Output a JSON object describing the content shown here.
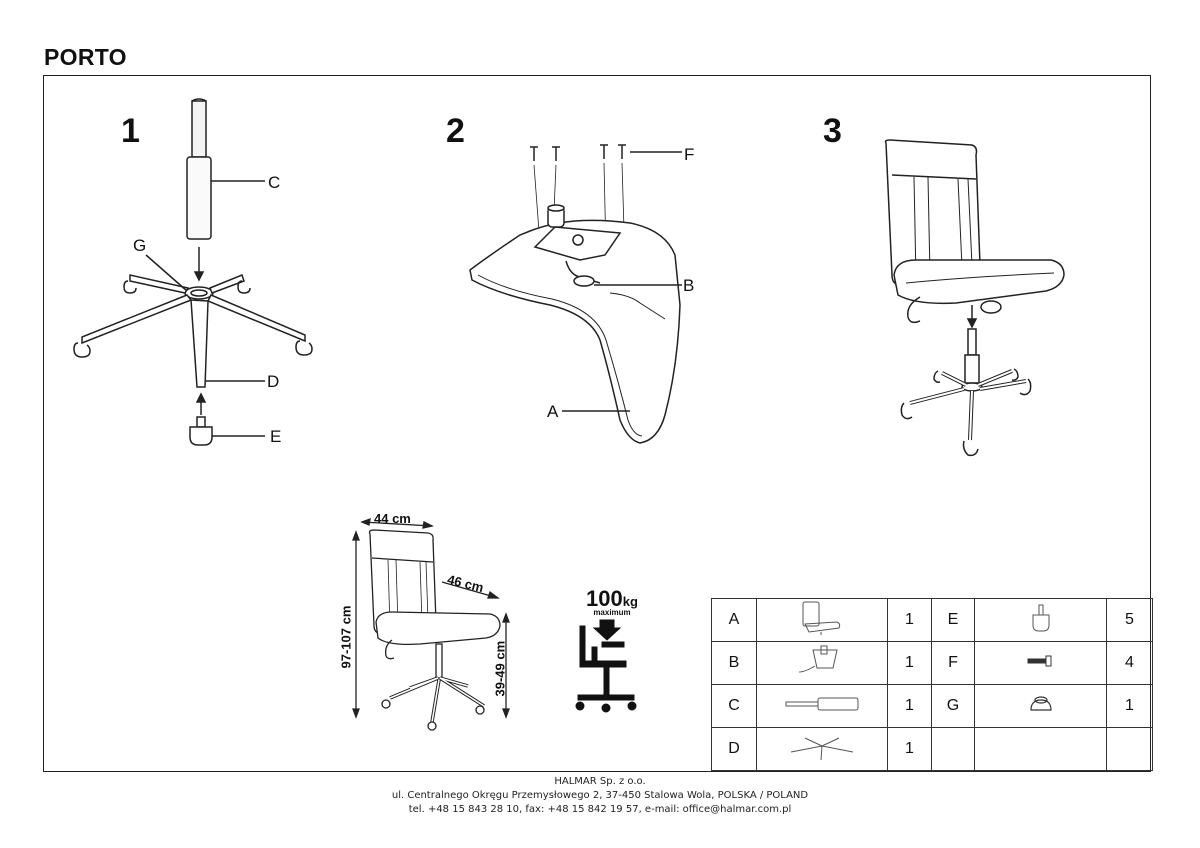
{
  "title": "PORTO",
  "steps": [
    "1",
    "2",
    "3"
  ],
  "callouts": {
    "c": "C",
    "g": "G",
    "d": "D",
    "e": "E",
    "f": "F",
    "b": "B",
    "a": "A"
  },
  "dimensions": {
    "width": "44 cm",
    "depth": "46 cm",
    "height": "97-107 cm",
    "seat_height": "39-49 cm"
  },
  "max_load": {
    "value": "100",
    "unit": "kg",
    "label": "maximum"
  },
  "parts": [
    {
      "left": {
        "letter": "A",
        "qty": "1",
        "icon": "chair-icon"
      },
      "right": {
        "letter": "E",
        "qty": "5",
        "icon": "caster-icon"
      }
    },
    {
      "left": {
        "letter": "B",
        "qty": "1",
        "icon": "mechanism-icon"
      },
      "right": {
        "letter": "F",
        "qty": "4",
        "icon": "screw-icon"
      }
    },
    {
      "left": {
        "letter": "C",
        "qty": "1",
        "icon": "gas-lift-icon"
      },
      "right": {
        "letter": "G",
        "qty": "1",
        "icon": "base-cover-icon"
      }
    },
    {
      "left": {
        "letter": "D",
        "qty": "1",
        "icon": "star-base-icon"
      },
      "right": {
        "letter": "",
        "qty": "",
        "icon": ""
      }
    }
  ],
  "footer": {
    "company": "HALMAR Sp. z o.o.",
    "address": "ul. Centralnego Okręgu Przemysłowego 2, 37-450 Stalowa Wola, POLSKA / POLAND",
    "contact": "tel. +48 15 843 28 10, fax: +48 15 842 19 57, e-mail: office@halmar.com.pl"
  }
}
